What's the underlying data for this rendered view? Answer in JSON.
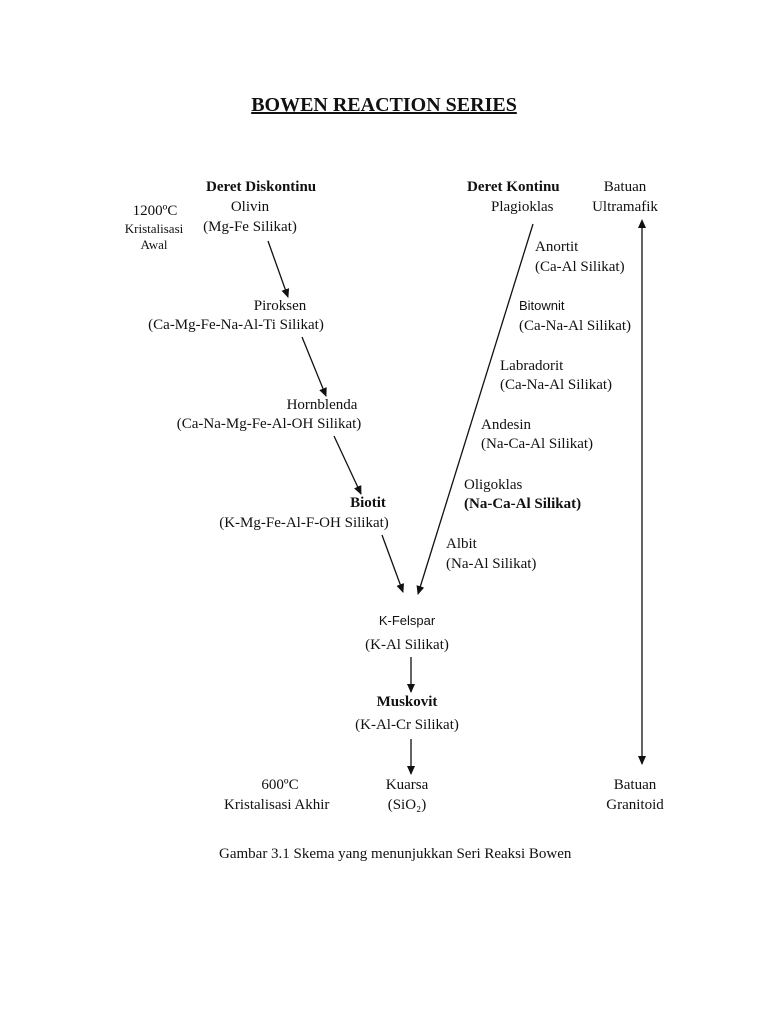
{
  "title": "BOWEN REACTION SERIES",
  "headers": {
    "discontinuous": "Deret Diskontinu",
    "continuous": "Deret Kontinu",
    "rock_top_1": "Batuan",
    "rock_top_2": "Ultramafik",
    "rock_bottom_1": "Batuan",
    "rock_bottom_2": "Granitoid"
  },
  "temperature": {
    "high": "1200ºC",
    "high_label_1": "Kristalisasi",
    "high_label_2": "Awal",
    "low": "600ºC",
    "low_label": "Kristalisasi Akhir"
  },
  "discontinuous_series": [
    {
      "name": "Olivin",
      "formula": "(Mg-Fe Silikat)"
    },
    {
      "name": "Piroksen",
      "formula": "(Ca-Mg-Fe-Na-Al-Ti Silikat)"
    },
    {
      "name": "Hornblenda",
      "formula": "(Ca-Na-Mg-Fe-Al-OH Silikat)"
    },
    {
      "name": "Biotit",
      "formula": "(K-Mg-Fe-Al-F-OH Silikat)"
    }
  ],
  "continuous_series": [
    {
      "name": "Plagioklas"
    },
    {
      "name": "Anortit",
      "formula": "(Ca-Al Silikat)"
    },
    {
      "name": "Bitownit",
      "formula": "(Ca-Na-Al Silikat)"
    },
    {
      "name": "Labradorit",
      "formula": "(Ca-Na-Al Silikat)"
    },
    {
      "name": "Andesin",
      "formula": "(Na-Ca-Al Silikat)"
    },
    {
      "name": "Oligoklas",
      "formula": "(Na-Ca-Al Silikat)"
    },
    {
      "name": "Albit",
      "formula": "(Na-Al Silikat)"
    }
  ],
  "final_series": [
    {
      "name": "K-Felspar",
      "formula": "(K-Al Silikat)"
    },
    {
      "name": "Muskovit",
      "formula": "(K-Al-Cr Silikat)"
    },
    {
      "name": "Kuarsa",
      "formula": "(SiO₂)"
    }
  ],
  "caption": "Gambar 3.1 Skema yang menunjukkan Seri Reaksi Bowen"
}
